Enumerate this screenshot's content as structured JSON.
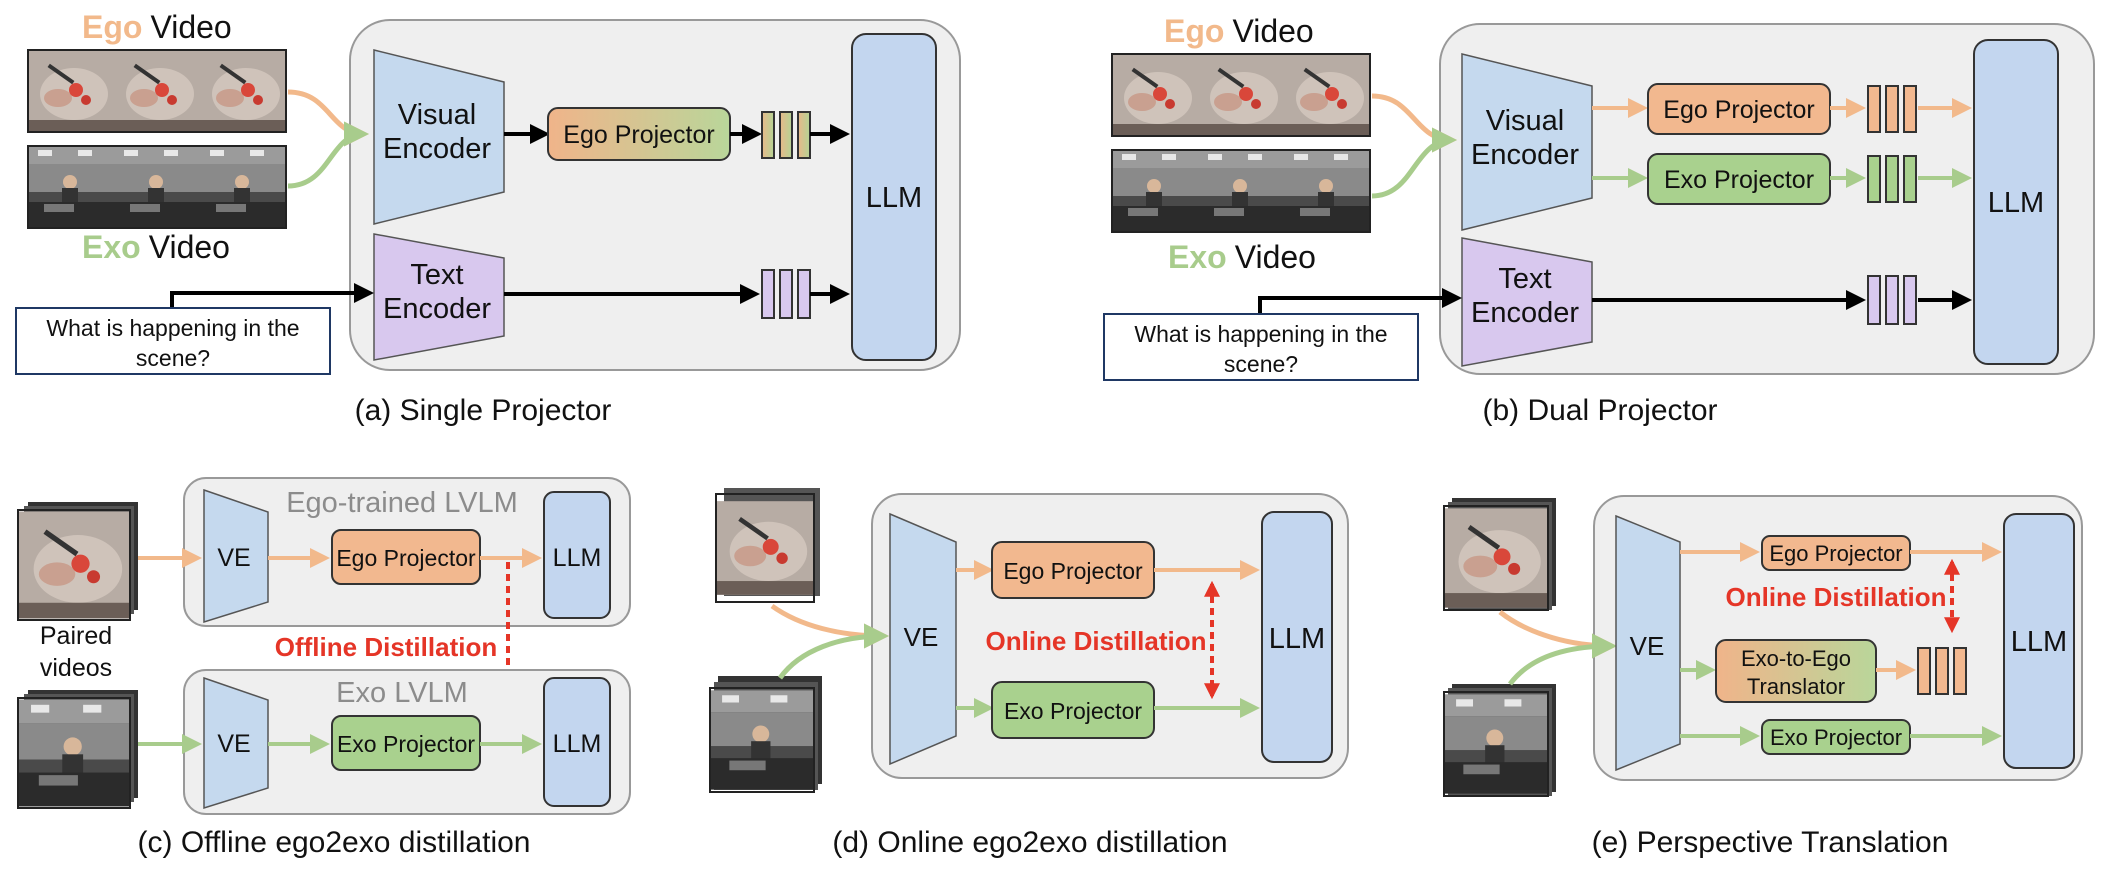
{
  "colors": {
    "ego": "#f2b98b",
    "exo": "#a8cc8c",
    "ve_fill": "#c5d9ee",
    "text_enc_fill": "#d8c8ee",
    "llm_fill": "#c3d6ef",
    "ego_proj_fill": "#f2b88f",
    "exo_proj_fill": "#a9d18e",
    "panel_fill": "#efefef",
    "distill": "#e53527"
  },
  "a": {
    "ego_word": "Ego",
    "video_word": "Video",
    "exo_word": "Exo",
    "visual_encoder": [
      "Visual",
      "Encoder"
    ],
    "text_encoder": [
      "Text",
      "Encoder"
    ],
    "ego_projector": "Ego Projector",
    "llm": "LLM",
    "question": [
      "What is happening in the",
      "scene?"
    ],
    "caption": "(a) Single Projector"
  },
  "b": {
    "ego_word": "Ego",
    "video_word": "Video",
    "exo_word": "Exo",
    "visual_encoder": [
      "Visual",
      "Encoder"
    ],
    "text_encoder": [
      "Text",
      "Encoder"
    ],
    "ego_projector": "Ego Projector",
    "exo_projector": "Exo Projector",
    "llm": "LLM",
    "question": [
      "What is happening in the",
      "scene?"
    ],
    "caption": "(b) Dual Projector"
  },
  "c": {
    "ego_title": "Ego-trained LVLM",
    "exo_title": "Exo LVLM",
    "ve": "VE",
    "ego_projector": "Ego Projector",
    "exo_projector": "Exo Projector",
    "llm": "LLM",
    "paired": [
      "Paired",
      "videos"
    ],
    "distill": "Offline Distillation",
    "caption": "(c) Offline ego2exo distillation"
  },
  "d": {
    "ve": "VE",
    "ego_projector": "Ego Projector",
    "exo_projector": "Exo Projector",
    "llm": "LLM",
    "distill": "Online Distillation",
    "caption": "(d) Online ego2exo distillation"
  },
  "e": {
    "ve": "VE",
    "ego_projector": "Ego Projector",
    "exo_projector": "Exo Projector",
    "translator": [
      "Exo-to-Ego",
      "Translator"
    ],
    "llm": "LLM",
    "distill": "Online Distillation",
    "caption": "(e) Perspective Translation"
  }
}
